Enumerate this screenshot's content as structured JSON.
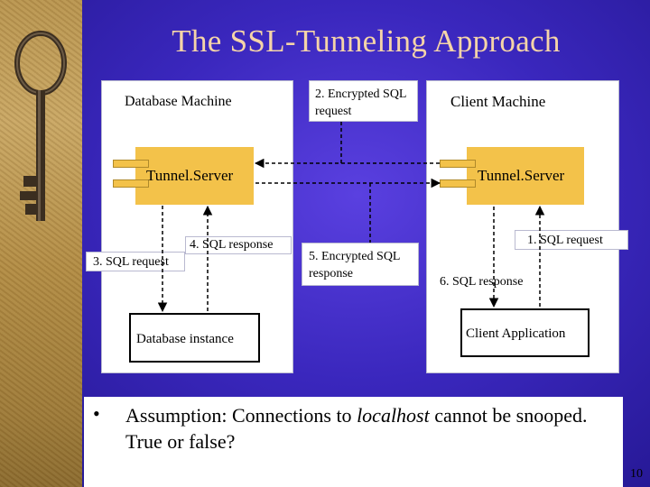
{
  "slide": {
    "title": "The SSL-Tunneling Approach",
    "page_number": "10"
  },
  "diagram": {
    "database_machine": {
      "label": "Database Machine",
      "tunnel_server": "Tunnel.Server",
      "sql_request": "3. SQL request",
      "sql_response": "4. SQL response",
      "instance": "Database instance"
    },
    "middle": {
      "encrypted_request": "2. Encrypted SQL request",
      "encrypted_response": "5. Encrypted SQL response"
    },
    "client_machine": {
      "label": "Client Machine",
      "tunnel_server": "Tunnel.Server",
      "sql_request": "1. SQL request",
      "sql_response": "6. SQL response",
      "application": "Client Application"
    }
  },
  "bullet": {
    "symbol": "•",
    "prefix": "Assumption: Connections to ",
    "emphasis": "localhost",
    "suffix": " cannot be snooped.",
    "line2": "True or false?"
  },
  "colors": {
    "background": "#3a27bd",
    "title": "#f5d4a8",
    "server_box": "#f3c24a",
    "panel": "#ffffff"
  },
  "icons": {
    "decoration": "antique-key-icon"
  }
}
